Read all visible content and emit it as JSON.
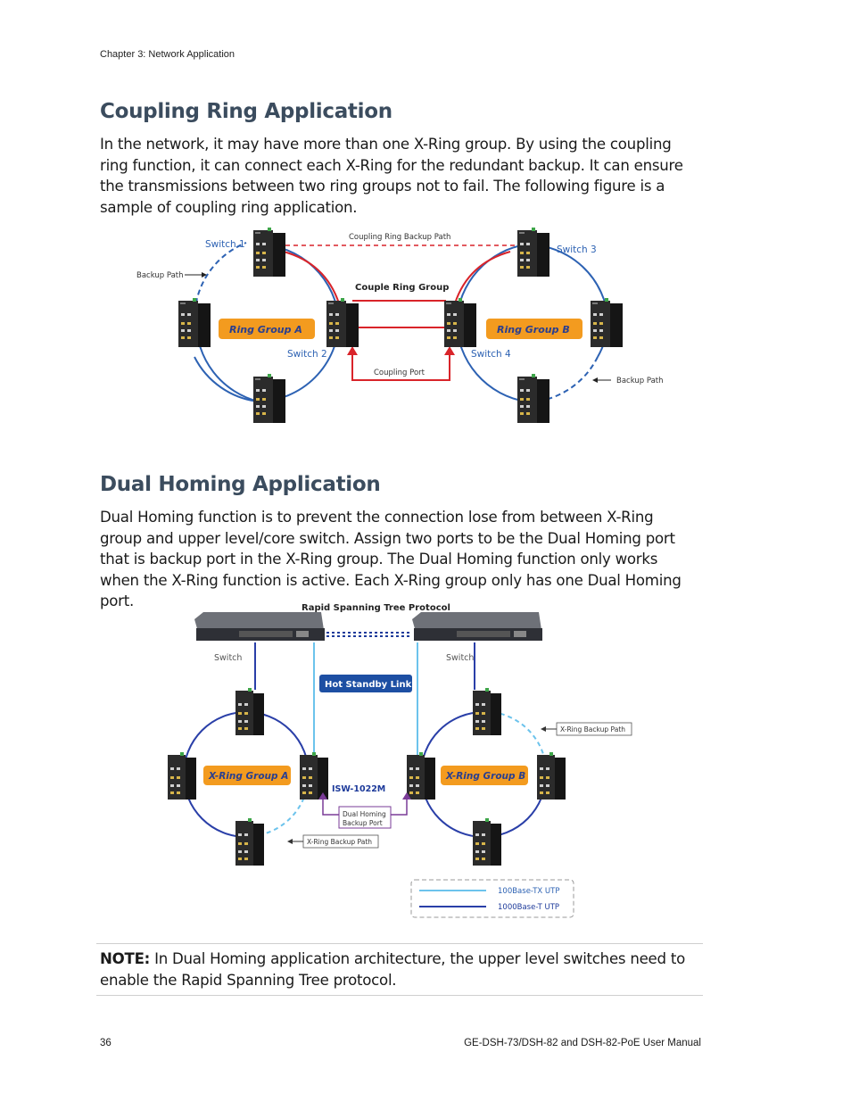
{
  "header": {
    "chapter": "Chapter 3: Network Application"
  },
  "section1": {
    "title": "Coupling Ring Application",
    "body": "In the network, it may have more than one X-Ring group. By using the coupling ring function, it can connect each X-Ring for the redundant backup. It can ensure the transmissions between two ring groups not to fail. The following figure is a sample of coupling ring application."
  },
  "figure1": {
    "switch1": "Switch 1",
    "switch2": "Switch 2",
    "switch3": "Switch 3",
    "switch4": "Switch 4",
    "backup_path_left": "Backup Path",
    "backup_path_right": "Backup Path",
    "coupling_backup_path": "Coupling Ring Backup Path",
    "couple_ring_group": "Couple Ring Group",
    "ring_group_a": "Ring Group A",
    "ring_group_b": "Ring Group B",
    "coupling_port": "Coupling Port"
  },
  "section2": {
    "title": "Dual Homing Application",
    "body": "Dual Homing function is to prevent the connection lose from between X-Ring group and upper level/core switch. Assign two ports to be the Dual Homing port that is backup port in the X-Ring group. The Dual Homing function only works when the X-Ring function is active. Each X-Ring group only has one Dual Homing port."
  },
  "figure2": {
    "rstp": "Rapid Spanning Tree Protocol",
    "switch_left": "Switch",
    "switch_right": "Switch",
    "hot_standby": "Hot Standby Link",
    "xring_a": "X-Ring Group A",
    "xring_b": "X-Ring Group B",
    "device_model": "ISW-1022M",
    "dual_homing_line1": "Dual Homing",
    "dual_homing_line2": "Backup Port",
    "xring_backup_left": "X-Ring Backup Path",
    "xring_backup_right": "X-Ring Backup Path",
    "legend_tx": "100Base-TX UTP",
    "legend_t": "1000Base-T UTP"
  },
  "note": {
    "label": "NOTE:",
    "text": " In Dual Homing application architecture, the upper level switches need to enable the Rapid Spanning Tree protocol."
  },
  "footer": {
    "page_number": "36",
    "manual_title": "GE-DSH-73/DSH-82 and DSH-82-PoE User Manual"
  }
}
